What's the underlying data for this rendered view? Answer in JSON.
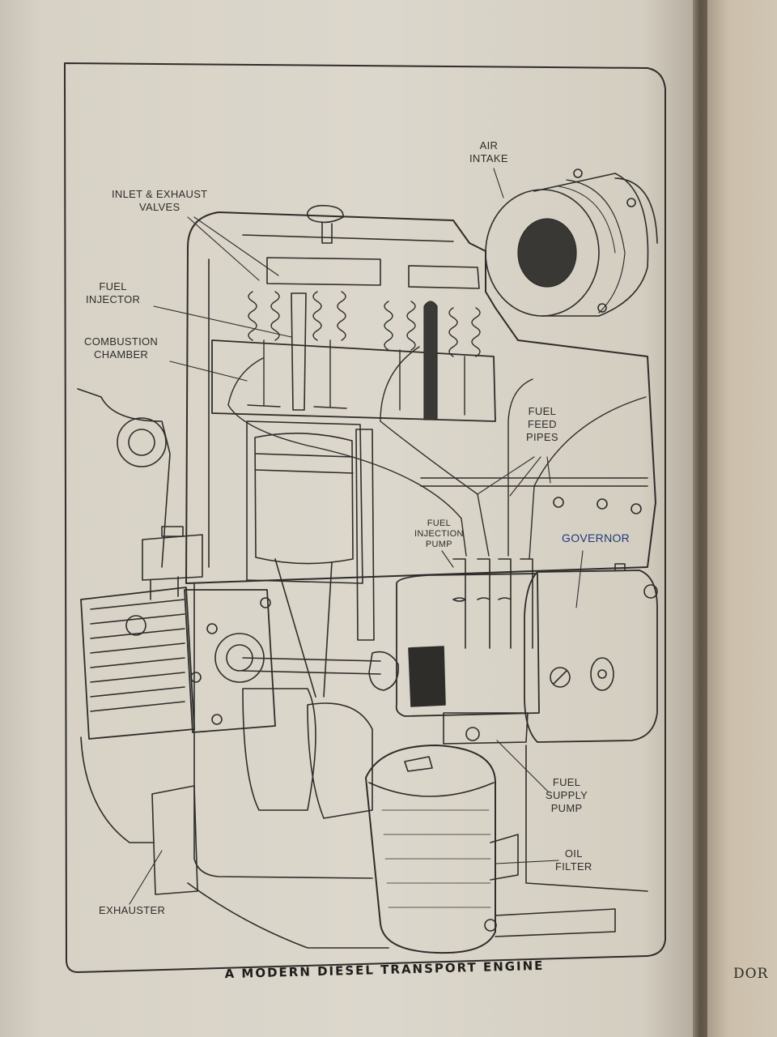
{
  "figure": {
    "caption": "A MODERN DIESEL TRANSPORT ENGINE",
    "labels": {
      "inlet_exhaust_valves": [
        "INLET & EXHAUST",
        "VALVES"
      ],
      "fuel_injector": [
        "FUEL",
        "INJECTOR"
      ],
      "combustion_chamber": [
        "COMBUSTION",
        "CHAMBER"
      ],
      "air_intake": [
        "AIR",
        "INTAKE"
      ],
      "fuel_feed_pipes": [
        "FUEL",
        "FEED",
        "PIPES"
      ],
      "fuel_injection_pump": [
        "FUEL",
        "INJECTION",
        "PUMP"
      ],
      "governor": "GOVERNOR",
      "fuel_supply_pump": [
        "FUEL",
        "SUPPLY",
        "PUMP"
      ],
      "oil_filter": [
        "OIL",
        "FILTER"
      ],
      "exhauster": "EXHAUSTER"
    }
  },
  "facing_page": {
    "text": "DOR"
  },
  "colors": {
    "paper": "#dcd7cc",
    "ink": "#2e2d2a",
    "blue_ink": "#1f3a7a",
    "spine": "#5b5145"
  }
}
